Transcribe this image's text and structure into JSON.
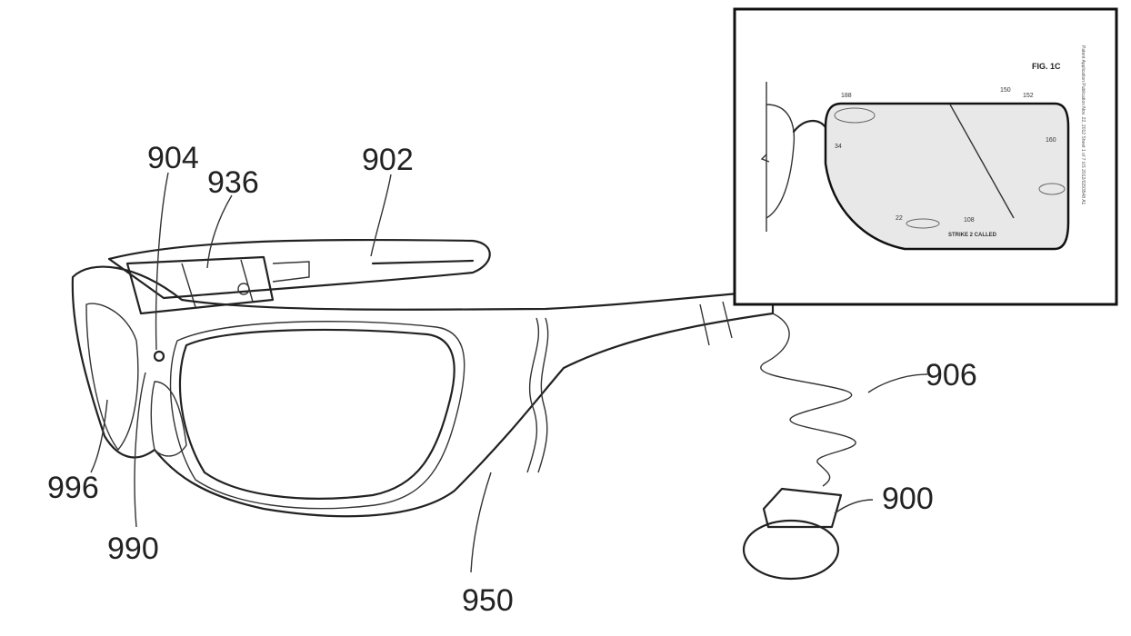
{
  "labels": {
    "l904": "904",
    "l936": "936",
    "l902": "902",
    "l906": "906",
    "l900": "900",
    "l996": "996",
    "l990": "990",
    "l950": "950"
  },
  "inset": {
    "figure": "FIG. 1C",
    "refs": [
      "188",
      "150",
      "152",
      "34",
      "160",
      "22",
      "108"
    ],
    "caption": "STRIKE 2 CALLED",
    "side_text": "Patent Application Publication     Nov. 22, 2012  Sheet 1 of 7     US 2012/0293548 A1"
  }
}
